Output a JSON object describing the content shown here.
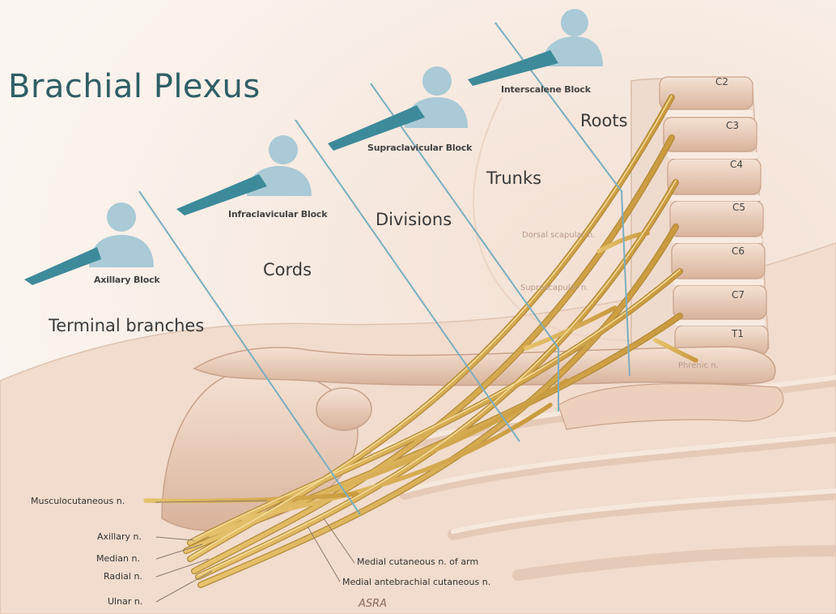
{
  "title": "Brachial Plexus",
  "regions": {
    "roots": "Roots",
    "trunks": "Trunks",
    "divisions": "Divisions",
    "cords": "Cords",
    "terminal_branches": "Terminal branches"
  },
  "blocks": {
    "interscalene": "Interscalene Block",
    "supraclavicular": "Supraclavicular Block",
    "infraclavicular": "Infraclavicular Block",
    "axillary": "Axillary Block"
  },
  "vertebrae": [
    "C2",
    "C3",
    "C4",
    "C5",
    "C6",
    "C7",
    "T1"
  ],
  "side_nerves": {
    "dorsal_scapular": "Dorsal scapular n.",
    "suprascapular": "Suprascapular n.",
    "phrenic": "Phrenic n."
  },
  "terminal_nerves": {
    "musculocutaneous": "Musculocutaneous n.",
    "axillary": "Axillary n.",
    "median": "Median n.",
    "radial": "Radial n.",
    "ulnar": "Ulnar n.",
    "medial_cutaneous_arm": "Medial cutaneous n. of arm",
    "medial_antebrachial": "Medial antebrachial cutaneous n."
  },
  "signature": "ASRA",
  "colors": {
    "title": "#2f5f66",
    "block_line": "#7aaec0",
    "silhouette": "#a9cad6",
    "silhouette_arm": "#3d8a9a",
    "nerve": "#d9b25a",
    "bone": "#ecd2bf"
  }
}
